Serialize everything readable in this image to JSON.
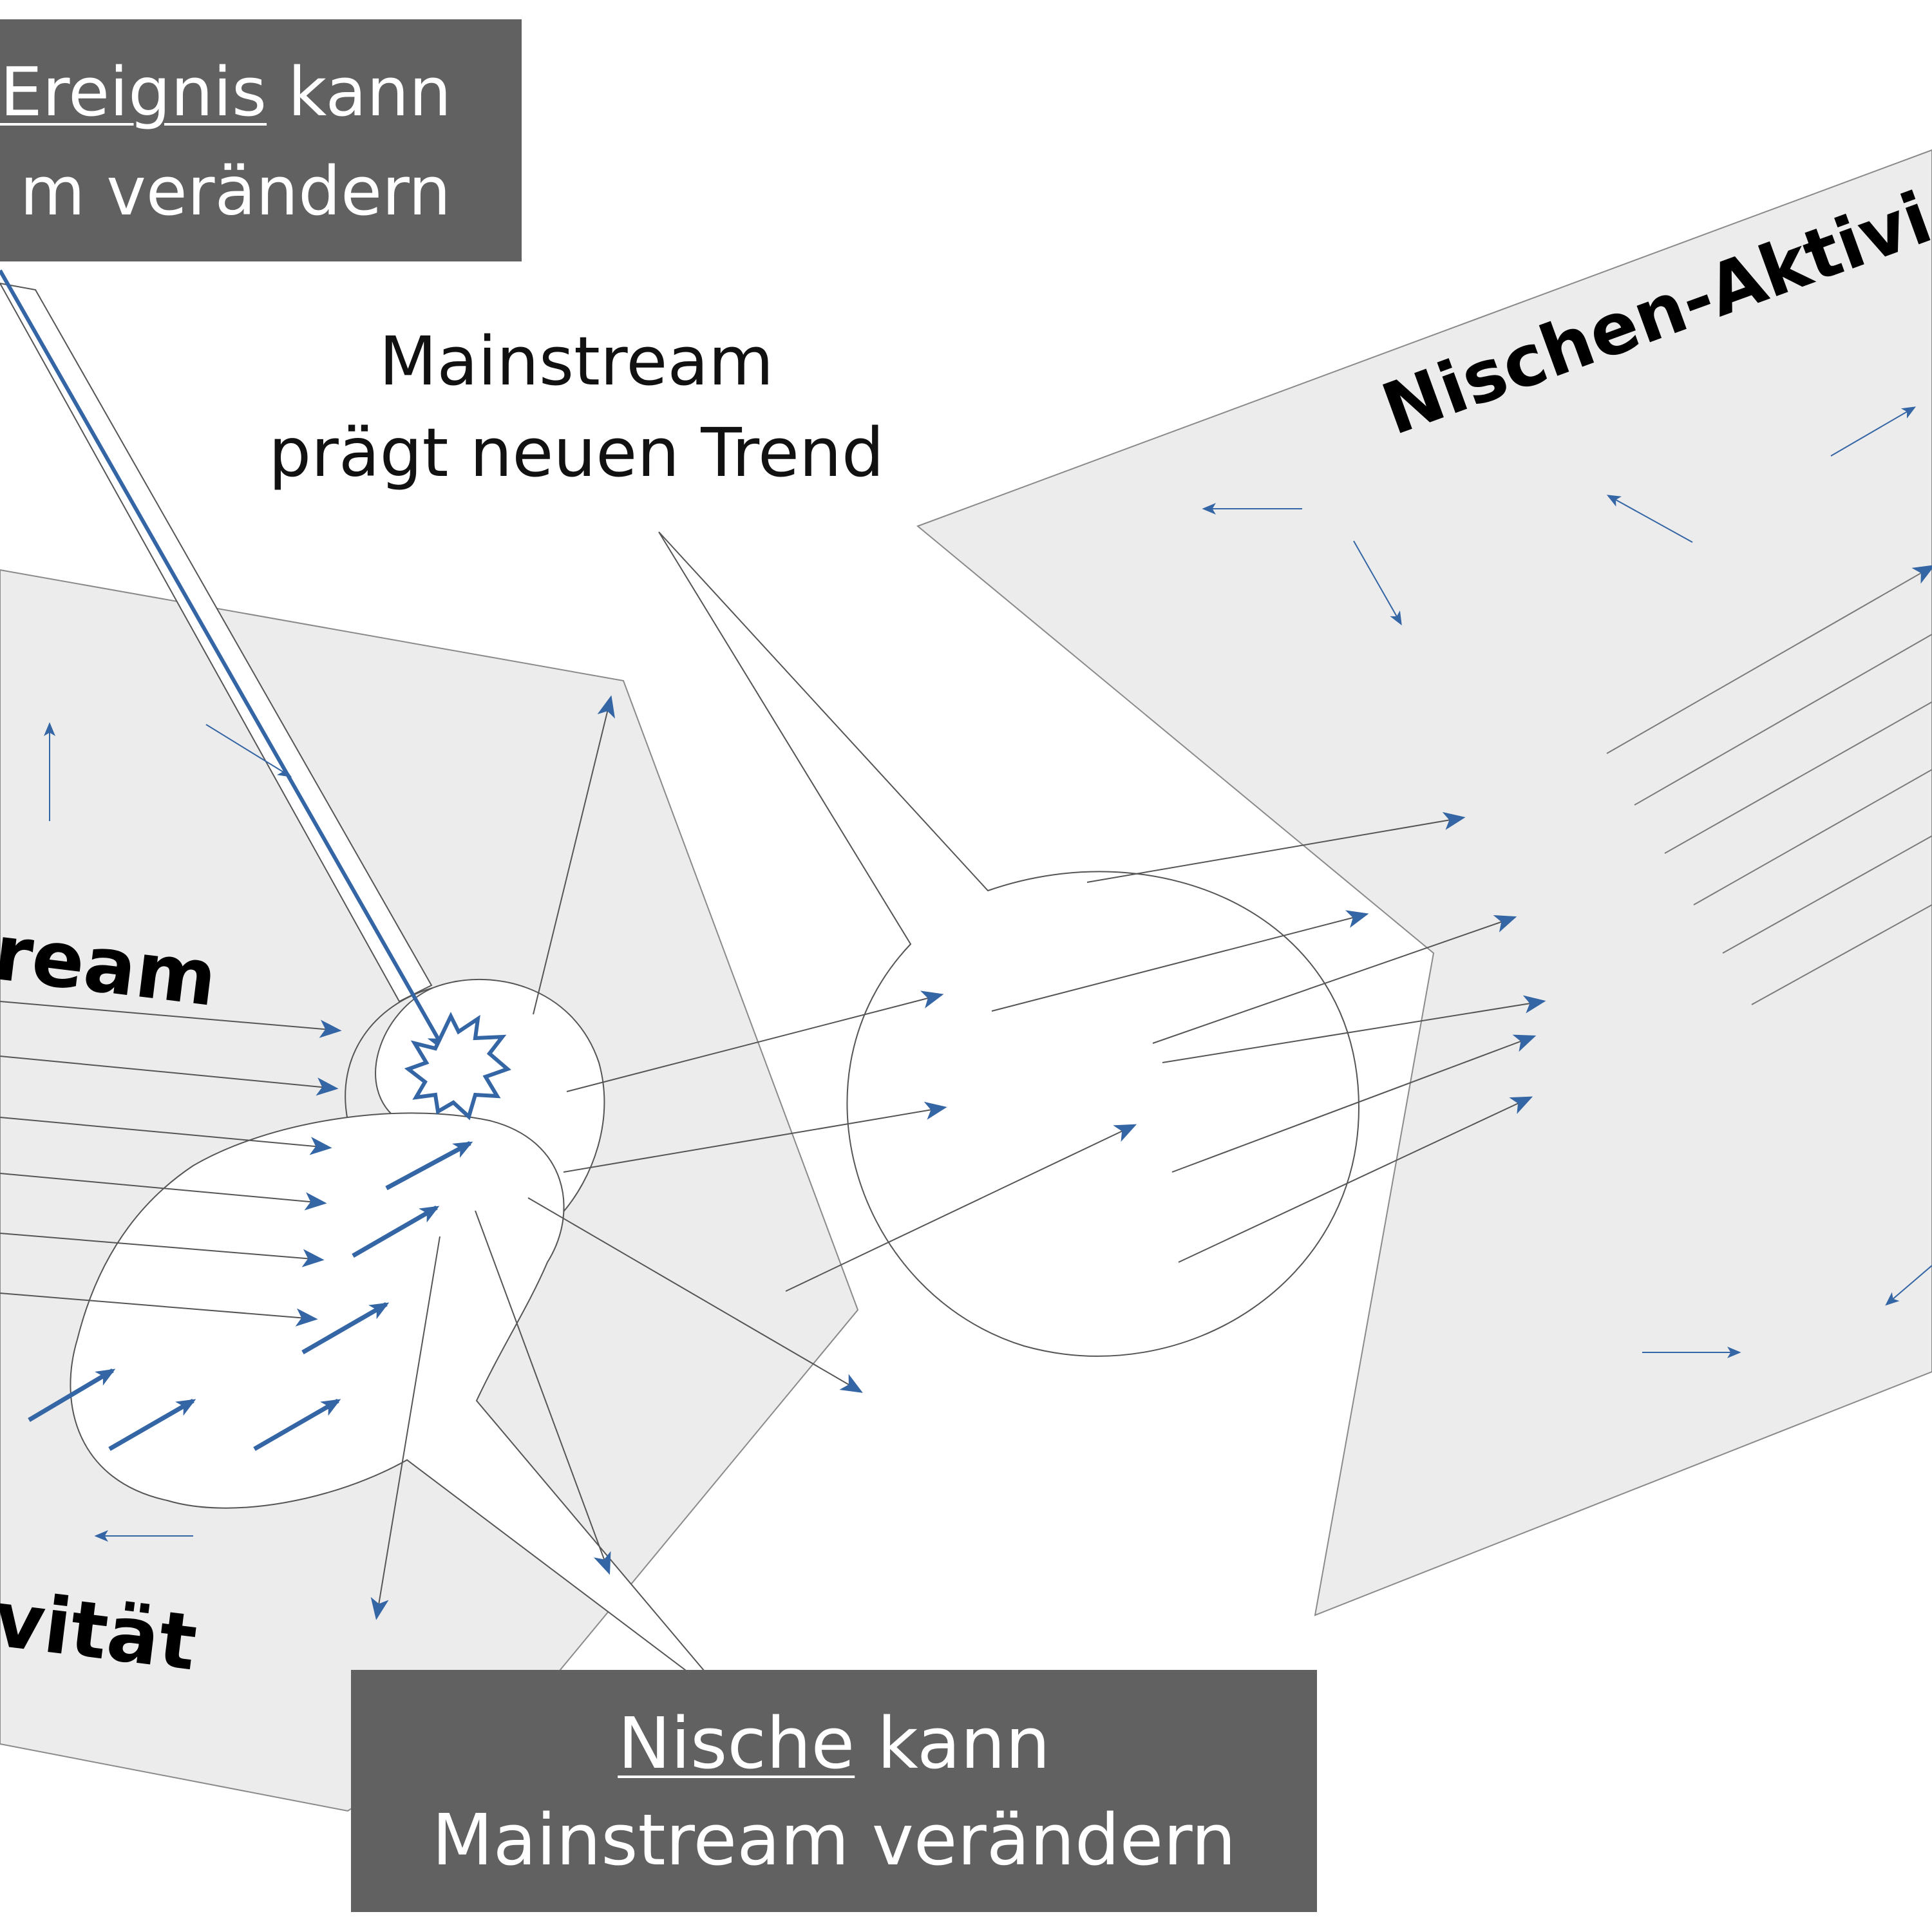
{
  "event_box": {
    "word": "Ereignis",
    "rest_line1": " kann",
    "line2": "m verändern"
  },
  "mainstream_callout": {
    "line1": "Mainstream",
    "line2": "prägt neuen Trend"
  },
  "niche_box": {
    "word": "Nische",
    "rest_line1": " kann",
    "line2": "Mainstream verändern"
  },
  "planes": {
    "right_label": "Nischen-Aktivi",
    "left_label_top": "ream",
    "left_label_bottom": "vität"
  },
  "colors": {
    "arrow_blue": "#3465a4",
    "plane_fill": "#ececec",
    "box_fill": "#616161",
    "outline": "#6f6f6f"
  }
}
